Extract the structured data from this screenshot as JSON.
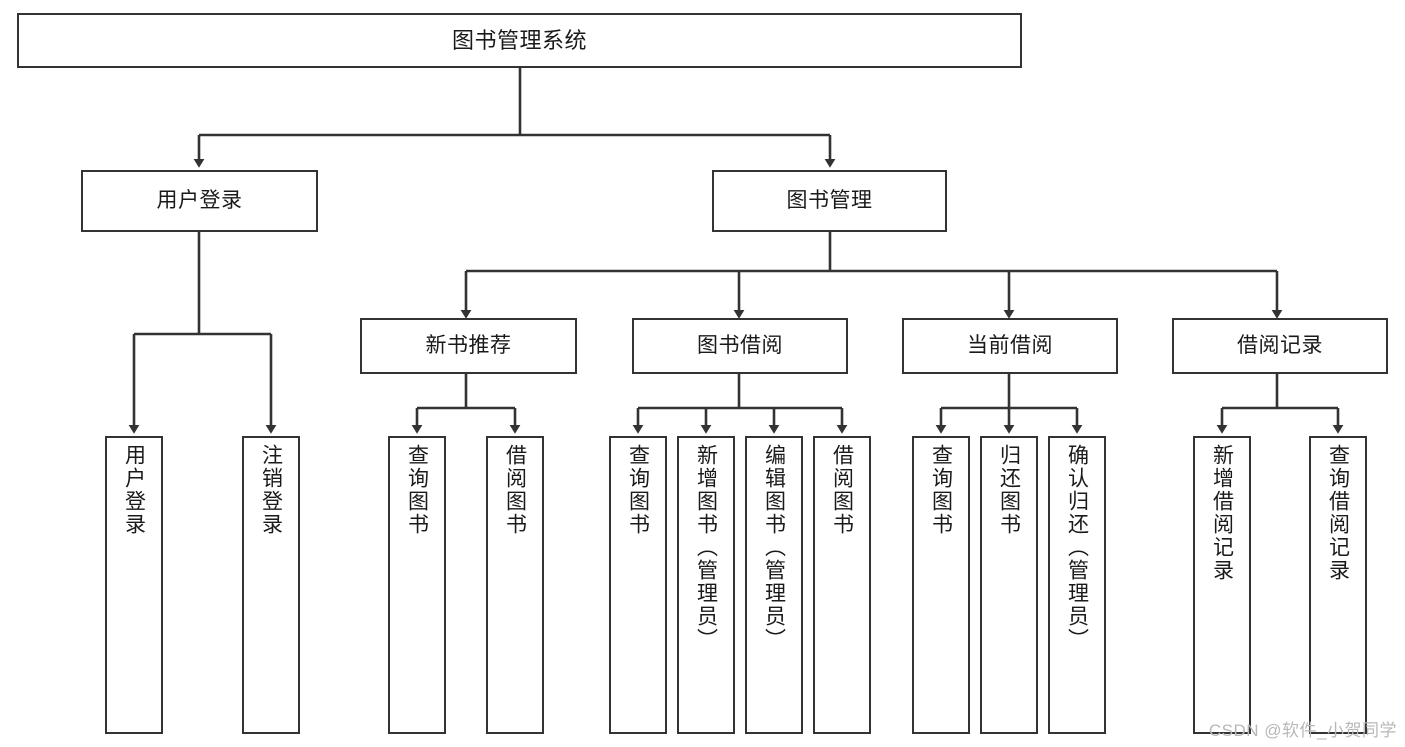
{
  "diagram": {
    "title": "图书管理系统",
    "type": "functional-structure-tree",
    "colors": {
      "box_border": "#333333",
      "box_fill": "#ffffff",
      "connector": "#333333",
      "text": "#1a1a1a",
      "watermark": "#b8b8b8",
      "background": "#ffffff"
    },
    "watermark": "CSDN @软件_小贺同学"
  },
  "nodes": {
    "root": {
      "label": "图书管理系统"
    },
    "level2": [
      {
        "label": "用户登录"
      },
      {
        "label": "图书管理"
      }
    ],
    "level3": [
      {
        "label": "新书推荐"
      },
      {
        "label": "图书借阅"
      },
      {
        "label": "当前借阅"
      },
      {
        "label": "借阅记录"
      }
    ],
    "leaves_user_login": [
      {
        "label": "用户登录"
      },
      {
        "label": "注销登录"
      }
    ],
    "leaves_new_book": [
      {
        "label": "查询图书"
      },
      {
        "label": "借阅图书"
      }
    ],
    "leaves_borrow": [
      {
        "label": "查询图书"
      },
      {
        "label": "新增图书（管理员）"
      },
      {
        "label": "编辑图书（管理员）"
      },
      {
        "label": "借阅图书"
      }
    ],
    "leaves_current": [
      {
        "label": "查询图书"
      },
      {
        "label": "归还图书"
      },
      {
        "label": "确认归还（管理员）"
      }
    ],
    "leaves_records": [
      {
        "label": "新增借阅记录"
      },
      {
        "label": "查询借阅记录"
      }
    ]
  },
  "tree": {
    "name": "图书管理系统",
    "children": [
      {
        "name": "用户登录",
        "children": [
          {
            "name": "用户登录"
          },
          {
            "name": "注销登录"
          }
        ]
      },
      {
        "name": "图书管理",
        "children": [
          {
            "name": "新书推荐",
            "children": [
              {
                "name": "查询图书"
              },
              {
                "name": "借阅图书"
              }
            ]
          },
          {
            "name": "图书借阅",
            "children": [
              {
                "name": "查询图书"
              },
              {
                "name": "新增图书（管理员）"
              },
              {
                "name": "编辑图书（管理员）"
              },
              {
                "name": "借阅图书"
              }
            ]
          },
          {
            "name": "当前借阅",
            "children": [
              {
                "name": "查询图书"
              },
              {
                "name": "归还图书"
              },
              {
                "name": "确认归还（管理员）"
              }
            ]
          },
          {
            "name": "借阅记录",
            "children": [
              {
                "name": "新增借阅记录"
              },
              {
                "name": "查询借阅记录"
              }
            ]
          }
        ]
      }
    ]
  }
}
